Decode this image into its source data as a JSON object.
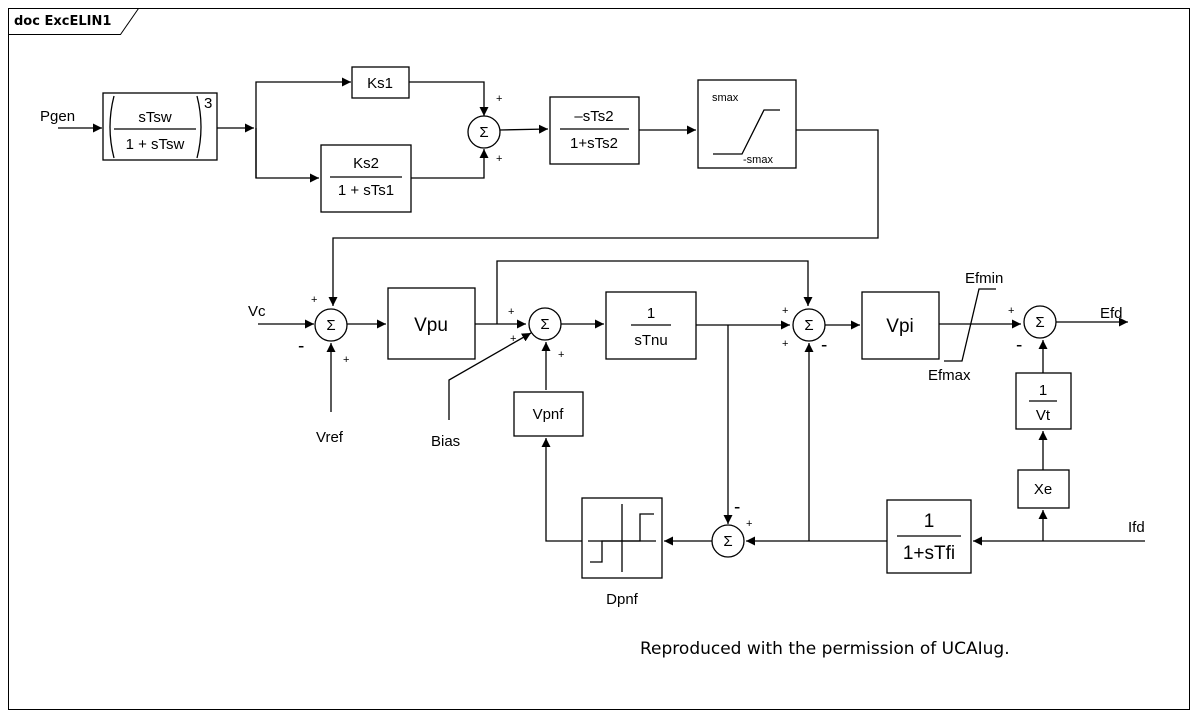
{
  "diagram": {
    "tab_title": "doc ExcELIN1",
    "note": "Reproduced with the permission of UCAIug.",
    "inputs": {
      "pgen": "Pgen",
      "vc": "Vc",
      "vref": "Vref",
      "bias": "Bias",
      "ifd": "Ifd"
    },
    "output": "Efd",
    "blocks": {
      "washout": {
        "num": "sTsw",
        "den": "1 + sTsw",
        "exp": "3"
      },
      "ks1": "Ks1",
      "ks2": {
        "num": "Ks2",
        "den": "1 + sTs1"
      },
      "lead": {
        "num": "–sTs2",
        "den": "1+sTs2"
      },
      "limiter": {
        "max": "smax",
        "min": "-smax"
      },
      "vpu": "Vpu",
      "integrator": {
        "num": "1",
        "den": "sTnu"
      },
      "vpi": "Vpi",
      "efd_limit": {
        "max": "Efmin",
        "min": "Efmax"
      },
      "vt_gain": {
        "num": "1",
        "den": "Vt"
      },
      "xe": "Xe",
      "ifd_filter": {
        "num": "1",
        "den": "1+sTfi"
      },
      "vpnf": "Vpnf",
      "dpnf": "Dpnf"
    },
    "sum_symbol": "Σ",
    "signs": {
      "plus": "+",
      "minus": "-"
    }
  }
}
